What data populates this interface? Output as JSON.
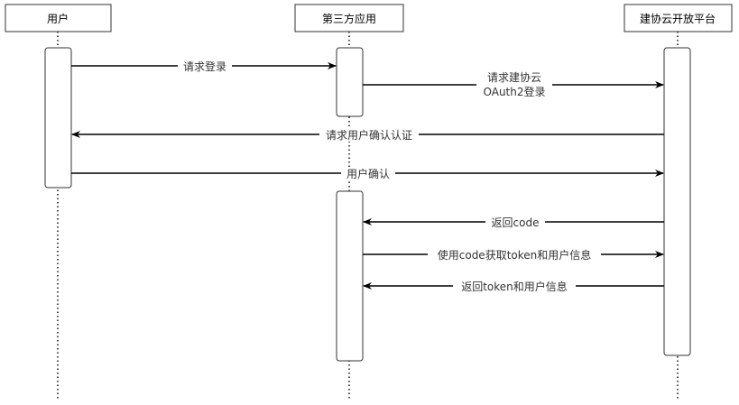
{
  "participants": [
    {
      "id": "user",
      "label": "用户"
    },
    {
      "id": "app",
      "label": "第三方应用"
    },
    {
      "id": "platform",
      "label": "建协云开放平台"
    }
  ],
  "messages": [
    {
      "id": "m1",
      "from": "user",
      "to": "app",
      "lines": [
        "请求登录"
      ]
    },
    {
      "id": "m2",
      "from": "app",
      "to": "platform",
      "lines": [
        "请求建协云",
        "OAuth2登录"
      ]
    },
    {
      "id": "m3",
      "from": "platform",
      "to": "user",
      "lines": [
        "请求用户确认认证"
      ]
    },
    {
      "id": "m4",
      "from": "user",
      "to": "platform",
      "lines": [
        "用户确认"
      ]
    },
    {
      "id": "m5",
      "from": "platform",
      "to": "app",
      "lines": [
        "返回code"
      ]
    },
    {
      "id": "m6",
      "from": "app",
      "to": "platform",
      "lines": [
        "使用code获取token和用户信息"
      ]
    },
    {
      "id": "m7",
      "from": "platform",
      "to": "app",
      "lines": [
        "返回token和用户信息"
      ]
    }
  ],
  "colors": {
    "line": "#000000",
    "stroke": "#333333",
    "fill": "#ffffff",
    "text": "#333333"
  }
}
